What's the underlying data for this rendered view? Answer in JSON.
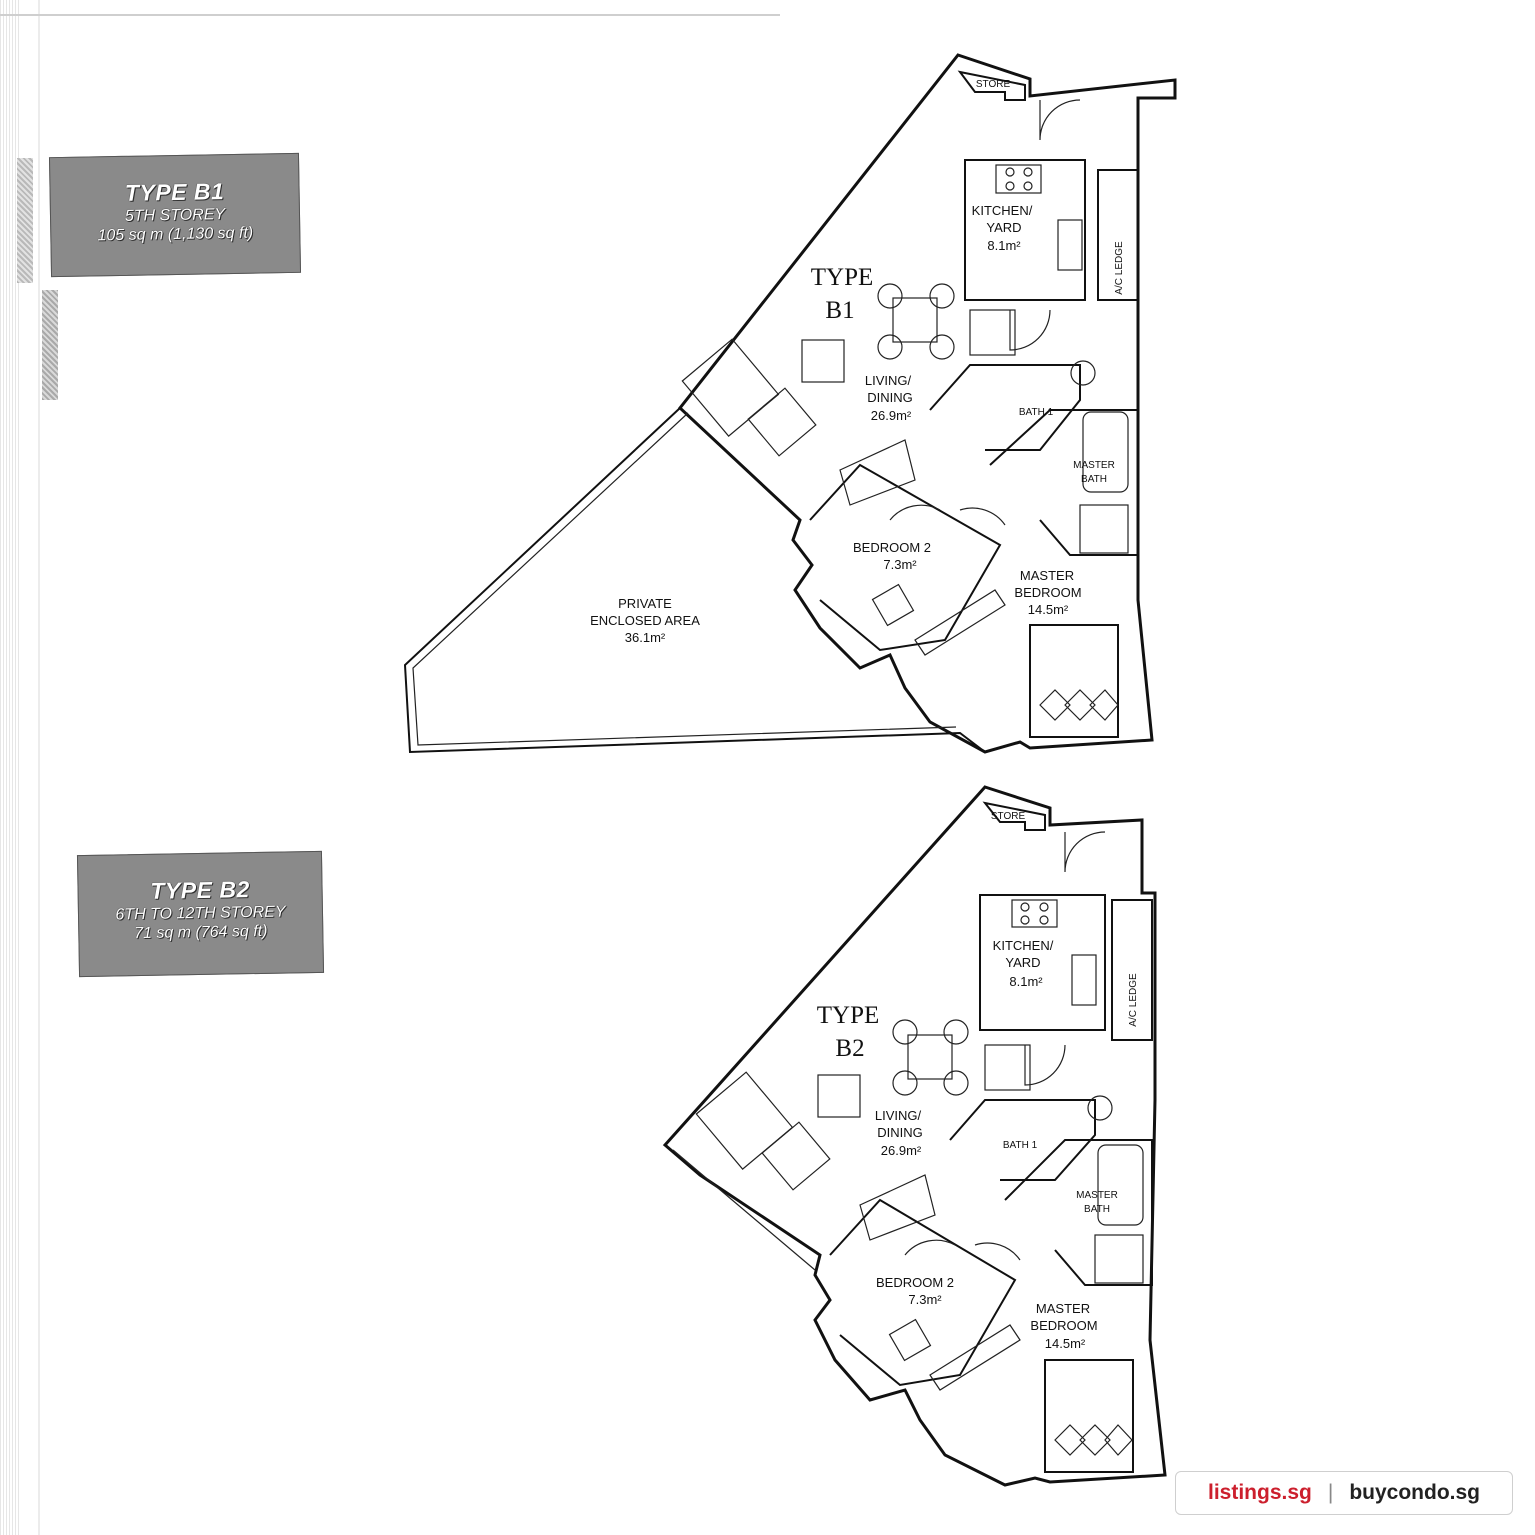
{
  "type_b1": {
    "title": "TYPE B1",
    "storey": "5TH STOREY",
    "area": "105 sq m (1,130 sq ft)"
  },
  "type_b2": {
    "title": "TYPE B2",
    "storey": "6TH TO 12TH STOREY",
    "area": "71 sq m (764 sq ft)"
  },
  "plan_b1": {
    "type_line1": "TYPE",
    "type_line2": "B1",
    "store": "STORE",
    "kitchen_l1": "KITCHEN/",
    "kitchen_l2": "YARD",
    "kitchen_area": "8.1m²",
    "ac_ledge": "A/C LEDGE",
    "living_l1": "LIVING/",
    "living_l2": "DINING",
    "living_area": "26.9m²",
    "bath1": "BATH 1",
    "master_bath_l1": "MASTER",
    "master_bath_l2": "BATH",
    "bedroom2": "BEDROOM 2",
    "bedroom2_area": "7.3m²",
    "master_bed_l1": "MASTER",
    "master_bed_l2": "BEDROOM",
    "master_bed_area": "14.5m²",
    "pea_l1": "PRIVATE",
    "pea_l2": "ENCLOSED AREA",
    "pea_area": "36.1m²"
  },
  "plan_b2": {
    "type_line1": "TYPE",
    "type_line2": "B2",
    "store": "STORE",
    "kitchen_l1": "KITCHEN/",
    "kitchen_l2": "YARD",
    "kitchen_area": "8.1m²",
    "ac_ledge": "A/C LEDGE",
    "living_l1": "LIVING/",
    "living_l2": "DINING",
    "living_area": "26.9m²",
    "bath1": "BATH 1",
    "master_bath_l1": "MASTER",
    "master_bath_l2": "BATH",
    "bedroom2": "BEDROOM 2",
    "bedroom2_area": "7.3m²",
    "master_bed_l1": "MASTER",
    "master_bed_l2": "BEDROOM",
    "master_bed_area": "14.5m²"
  },
  "watermark": {
    "site1": "listings.sg",
    "separator": "|",
    "site2": "buycondo.sg"
  },
  "colors": {
    "watermark_red": "#cc1f2d",
    "label_box_gray": "#8a8a8a"
  }
}
